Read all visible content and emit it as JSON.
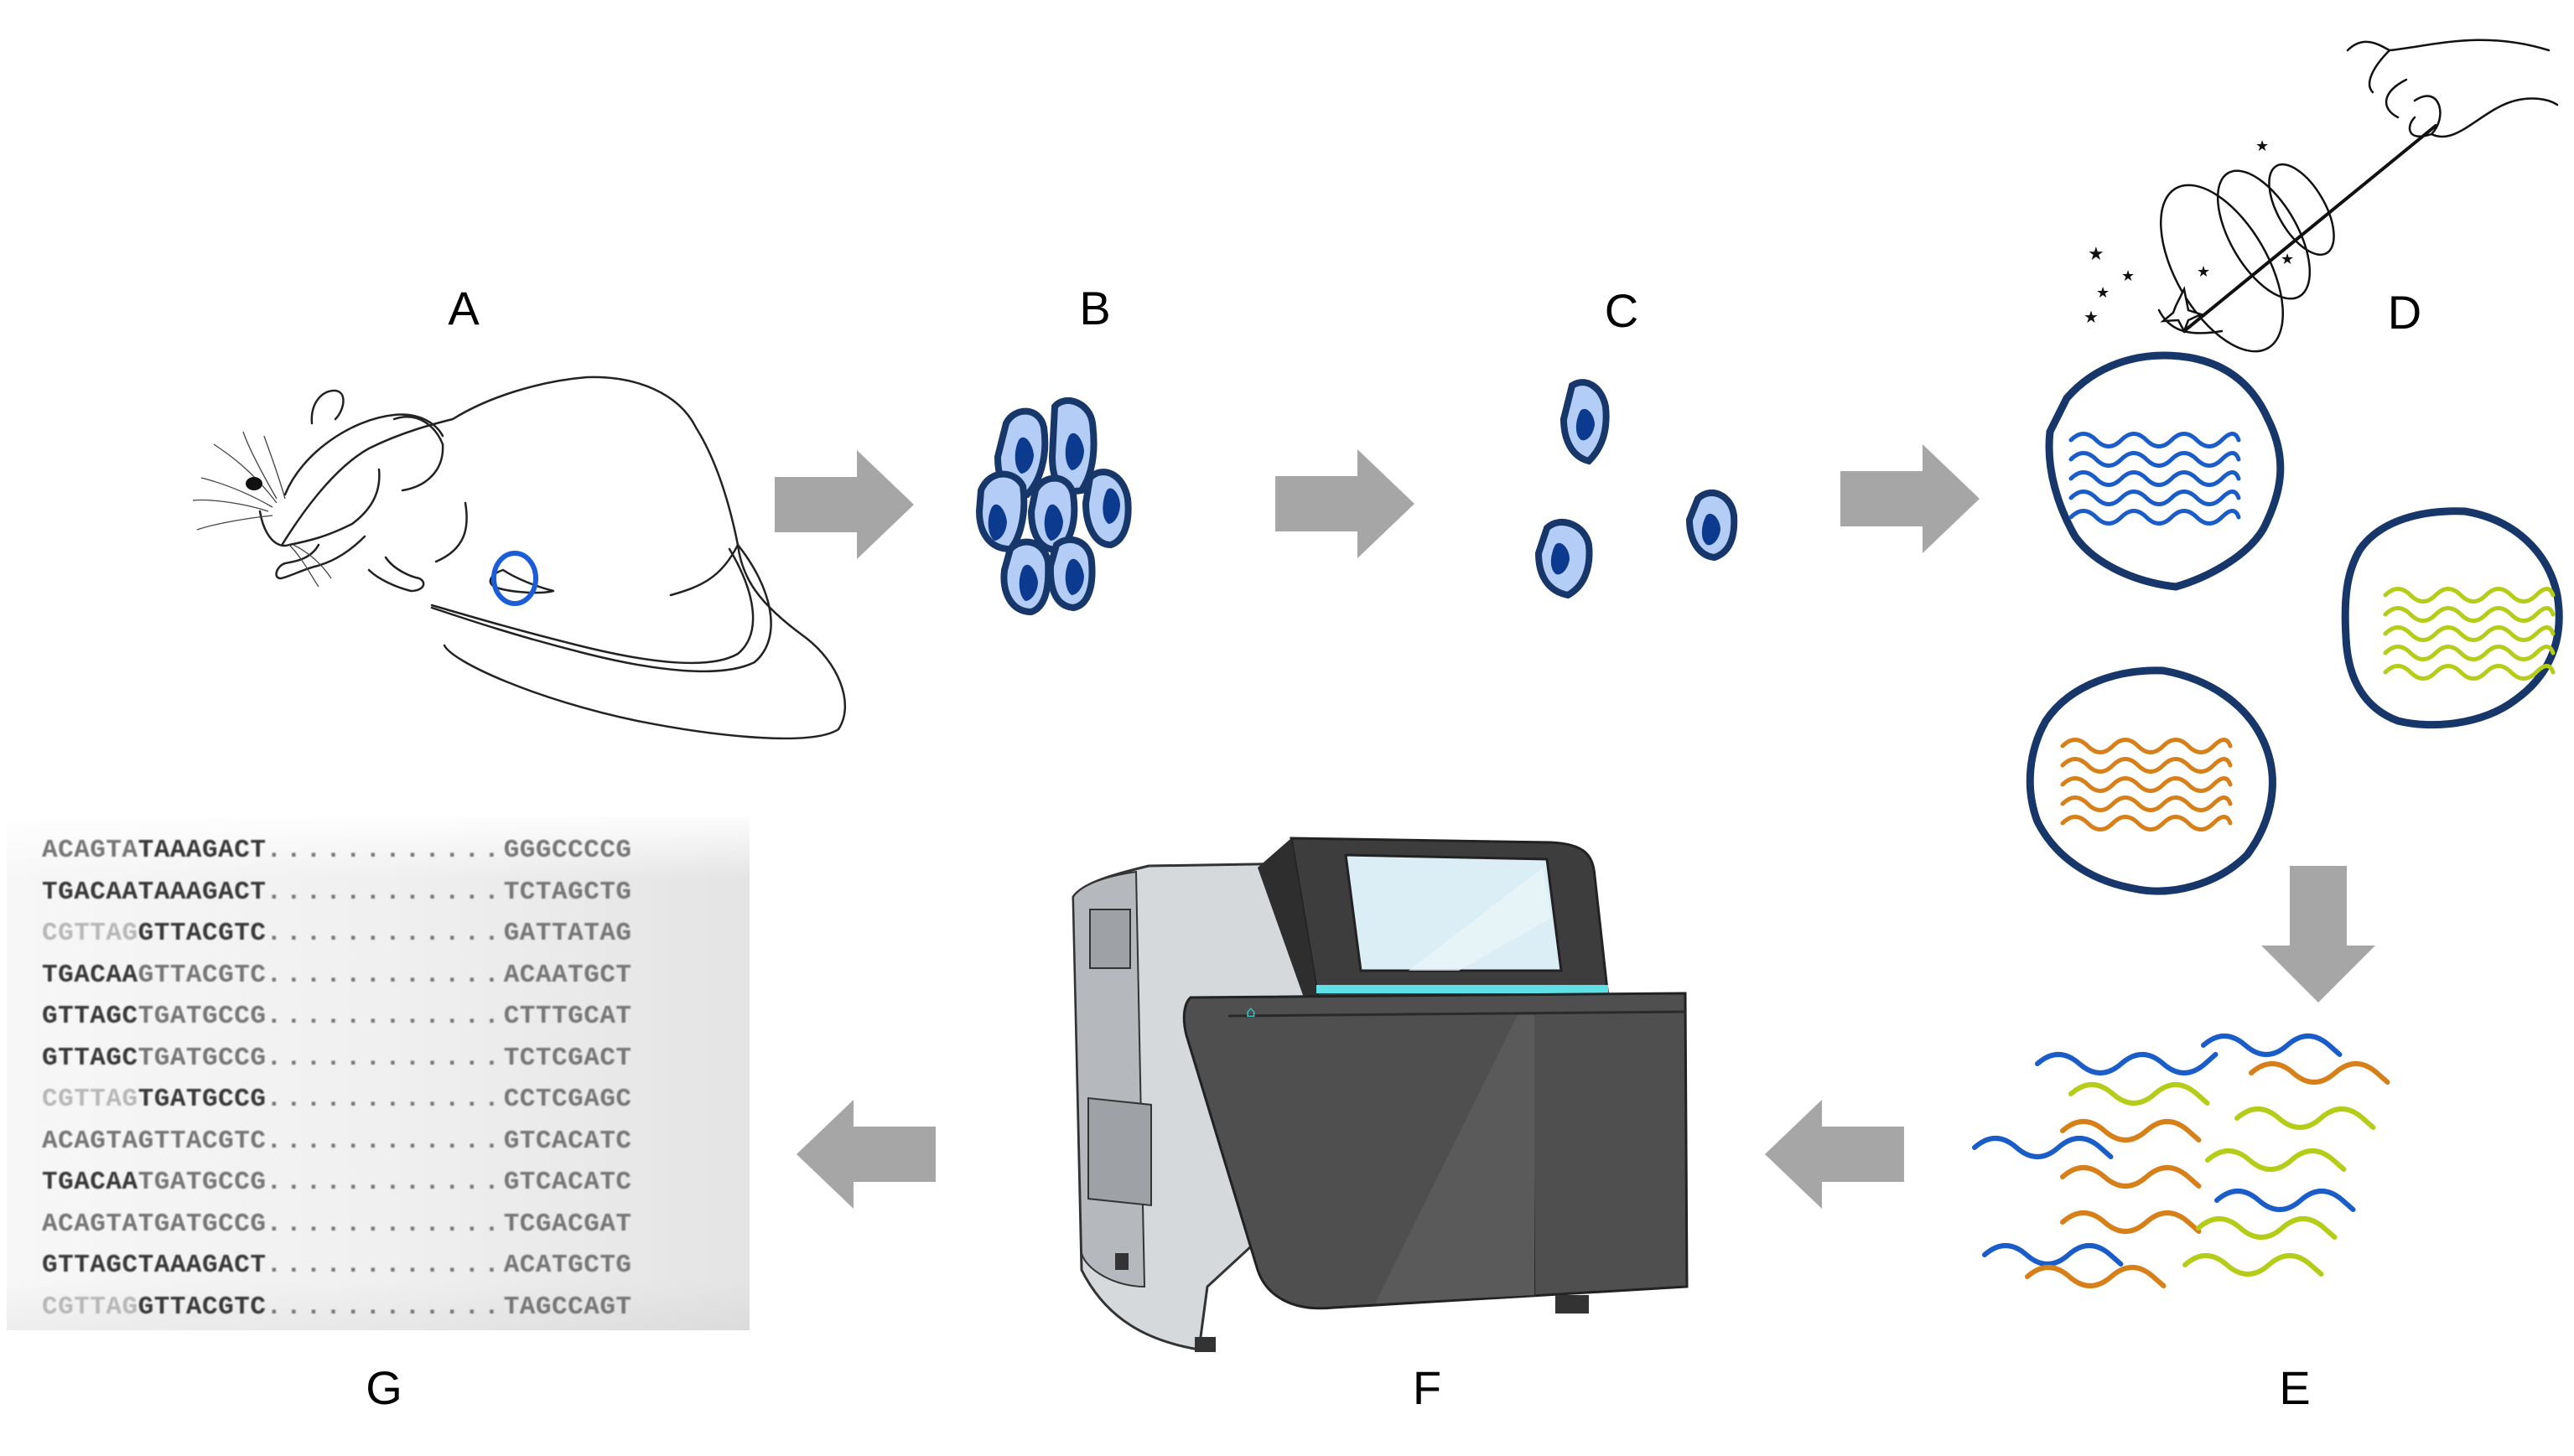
{
  "figure": {
    "description": "Single-cell sequencing workflow from mouse tissue to sequence reads",
    "colors": {
      "arrow": "#a6a6a6",
      "cell_outline": "#17366a",
      "cell_fill": "#b3cdf7",
      "nucleus": "#0b3a8f",
      "rna_blue": "#1a5dc8",
      "rna_green": "#b5cc18",
      "rna_orange": "#d7801a",
      "marker_circle": "#1a5dd6",
      "screen_accent": "#5ee0e6",
      "machine_dark": "#555555"
    },
    "steps": [
      {
        "id": "A",
        "label": "A",
        "icon": "mouse-illustration"
      },
      {
        "id": "B",
        "label": "B",
        "icon": "tissue-cell-cluster"
      },
      {
        "id": "C",
        "label": "C",
        "icon": "dissociated-single-cells"
      },
      {
        "id": "D",
        "label": "D",
        "icon": "magic-wand-cell-barcoding"
      },
      {
        "id": "E",
        "label": "E",
        "icon": "pooled-rna-fragments"
      },
      {
        "id": "F",
        "label": "F",
        "icon": "sequencer-machine"
      },
      {
        "id": "G",
        "label": "G",
        "icon": "sequence-reads"
      }
    ],
    "flow": [
      "A",
      "B",
      "C",
      "D",
      "E",
      "F",
      "G"
    ],
    "sequences": [
      {
        "prefix": "ACAGTA",
        "core": "TAAAGACT",
        "dots": "............",
        "suffix": "GGGCCCCG",
        "prefix_tone": "mid",
        "core_tone": "dark"
      },
      {
        "prefix": "TGACAA",
        "core": "TAAAGACT",
        "dots": "............",
        "suffix": "TCTAGCTG",
        "prefix_tone": "dark",
        "core_tone": "dark"
      },
      {
        "prefix": "CGTTAG",
        "core": "GTTACGTC",
        "dots": "............",
        "suffix": "GATTATAG",
        "prefix_tone": "light",
        "core_tone": "dark"
      },
      {
        "prefix": "TGACAA",
        "core": "GTTACGTC",
        "dots": "............",
        "suffix": "ACAATGCT",
        "prefix_tone": "dark",
        "core_tone": "mid"
      },
      {
        "prefix": "GTTAGC",
        "core": "TGATGCCG",
        "dots": "............",
        "suffix": "CTTTGCAT",
        "prefix_tone": "dark",
        "core_tone": "mid"
      },
      {
        "prefix": "GTTAGC",
        "core": "TGATGCCG",
        "dots": "............",
        "suffix": "TCTCGACT",
        "prefix_tone": "dark",
        "core_tone": "mid"
      },
      {
        "prefix": "CGTTAG",
        "core": "TGATGCCG",
        "dots": "............",
        "suffix": "CCTCGAGC",
        "prefix_tone": "light",
        "core_tone": "dark"
      },
      {
        "prefix": "ACAGTA",
        "core": "GTTACGTC",
        "dots": "............",
        "suffix": "GTCACATC",
        "prefix_tone": "mid",
        "core_tone": "mid"
      },
      {
        "prefix": "TGACAA",
        "core": "TGATGCCG",
        "dots": "............",
        "suffix": "GTCACATC",
        "prefix_tone": "dark",
        "core_tone": "mid"
      },
      {
        "prefix": "ACAGTA",
        "core": "TGATGCCG",
        "dots": "............",
        "suffix": "TCGACGAT",
        "prefix_tone": "mid",
        "core_tone": "mid"
      },
      {
        "prefix": "GTTAGC",
        "core": "TAAAGACT",
        "dots": "............",
        "suffix": "ACATGCTG",
        "prefix_tone": "dark",
        "core_tone": "dark"
      },
      {
        "prefix": "CGTTAG",
        "core": "GTTACGTC",
        "dots": "............",
        "suffix": "TAGCCAGT",
        "prefix_tone": "light",
        "core_tone": "dark"
      }
    ]
  }
}
